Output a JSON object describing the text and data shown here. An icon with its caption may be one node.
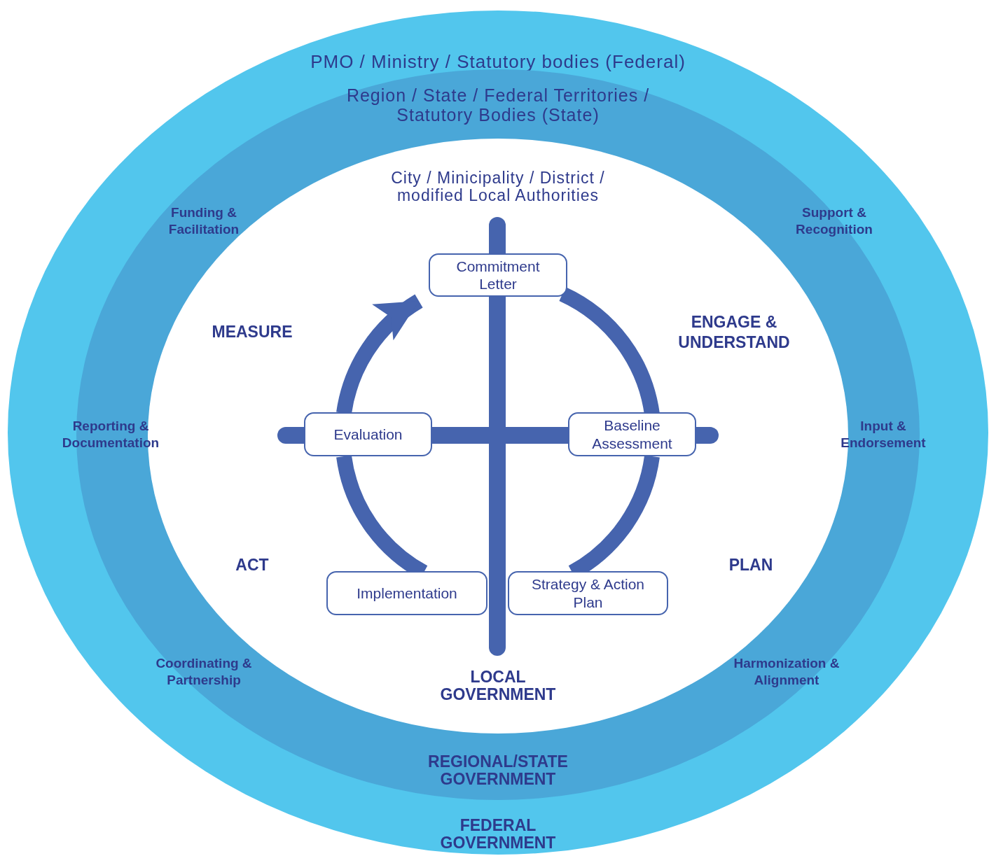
{
  "diagram": {
    "nodes": [
      {
        "text": [
          "PMO / Ministry / Statutory bodies (Federal)",
          "FEDERAL GOVERNMENT"
        ]
      },
      {
        "text": [
          "Region / State / Federal Territories / Statutory Bodies (State)",
          "REGIONAL/STATE GOVERNMENT"
        ],
        "in": 0
      },
      {
        "text": [
          "City / Minicipality / District / modified Local Authorities",
          "LOCAL GOVERNMENT"
        ],
        "in": 1
      },
      {
        "text": [
          "Commitment Letter"
        ],
        "in": 2
      },
      {
        "text": [
          "Baseline Assessment"
        ],
        "in": 2
      },
      {
        "text": [
          "Strategy & Action Plan"
        ],
        "in": 2
      },
      {
        "text": [
          "Implementation"
        ],
        "in": 2
      },
      {
        "text": [
          "Evaluation"
        ],
        "in": 2
      }
    ],
    "edges": [
      {
        "from": 3,
        "to": 4,
        "arrow": "none"
      },
      {
        "from": 4,
        "to": 5,
        "arrow": "none"
      },
      {
        "from": 6,
        "to": 7,
        "arrow": "none"
      },
      {
        "from": 7,
        "to": 3,
        "arrow": "to"
      }
    ],
    "labels": [
      "Funding & Facilitation",
      "Support & Recognition",
      "MEASURE",
      "ENGAGE & UNDERSTAND",
      "Reporting & Documentation",
      "Input & Endorsement",
      "ACT",
      "PLAN",
      "Coordinating & Partnership",
      "Harmonization & Alignment"
    ]
  }
}
